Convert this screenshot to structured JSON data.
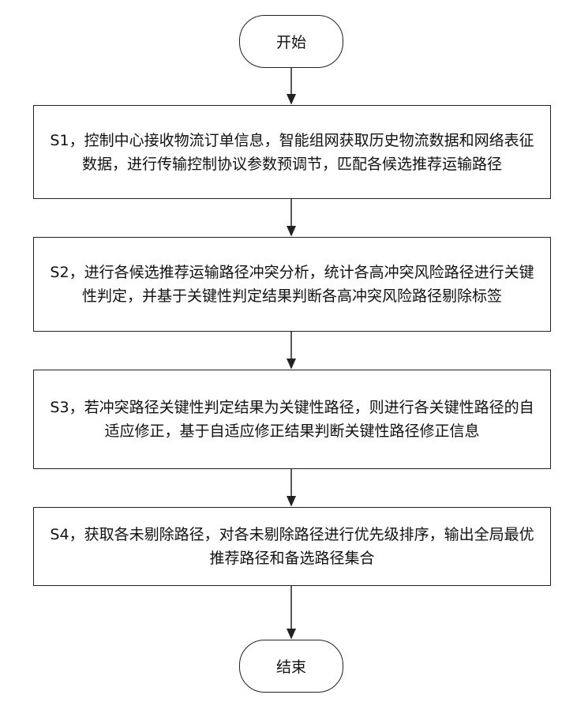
{
  "start": {
    "label": "开始"
  },
  "steps": [
    {
      "id": "S1",
      "text": "S1，控制中心接收物流订单信息，智能组网获取历史物流数据和网络表征数据，进行传输控制协议参数预调节，匹配各候选推荐运输路径"
    },
    {
      "id": "S2",
      "text": "S2，进行各候选推荐运输路径冲突分析，统计各高冲突风险路径进行关键性判定，并基于关键性判定结果判断各高冲突风险路径剔除标签"
    },
    {
      "id": "S3",
      "text": "S3，若冲突路径关键性判定结果为关键性路径，则进行各关键性路径的自适应修正，基于自适应修正结果判断关键性路径修正信息"
    },
    {
      "id": "S4",
      "text": "S4，获取各未剔除路径，对各未剔除路径进行优先级排序，输出全局最优推荐路径和备选路径集合"
    }
  ],
  "end": {
    "label": "结束"
  }
}
